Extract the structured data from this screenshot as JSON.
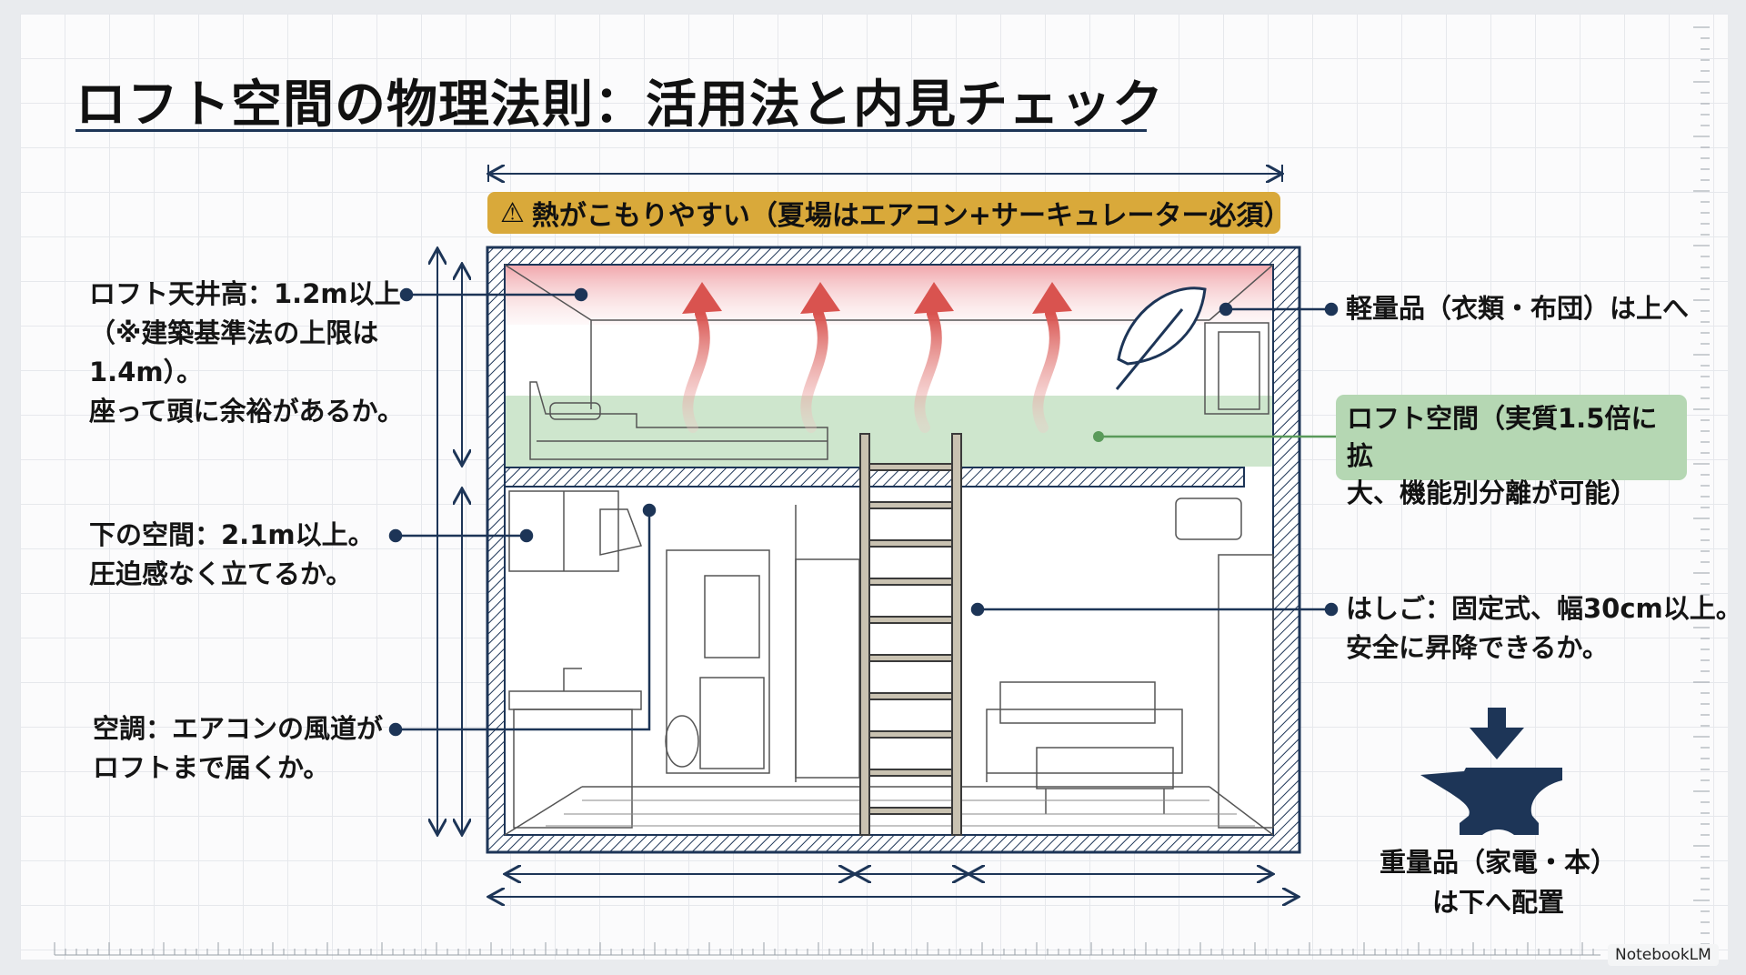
{
  "title": "ロフト空間の物理法則：活用法と内見チェック",
  "banner": {
    "icon": "warning-icon",
    "icon_glyph": "⚠",
    "text": "熱がこもりやすい（夏場はエアコン+サーキュレーター必須）"
  },
  "left_labels": [
    {
      "lines": [
        "ロフト天井高：1.2m以上",
        "（※建築基準法の上限は",
        "1.4m）。",
        "座って頭に余裕があるか。"
      ]
    },
    {
      "lines": [
        "下の空間：2.1m以上。",
        "圧迫感なく立てるか。"
      ]
    },
    {
      "lines": [
        "空調：エアコンの風道が",
        "ロフトまで届くか。"
      ]
    }
  ],
  "right_labels": {
    "light": "軽量品（衣類・布団）は上へ",
    "loft_box": [
      "ロフト空間（実質1.5倍に拡",
      "大、機能別分離が可能）"
    ],
    "ladder": [
      "はしご：固定式、幅30cm以上。",
      "安全に昇降できるか。"
    ],
    "heavy": [
      "重量品（家電・本）",
      "は下へ配置"
    ]
  },
  "colors": {
    "navy": "#1d3557",
    "banner": "#d9a93a",
    "green": "#b5d7b3",
    "heat": "#d9534f"
  },
  "brand": "NotebookLM"
}
